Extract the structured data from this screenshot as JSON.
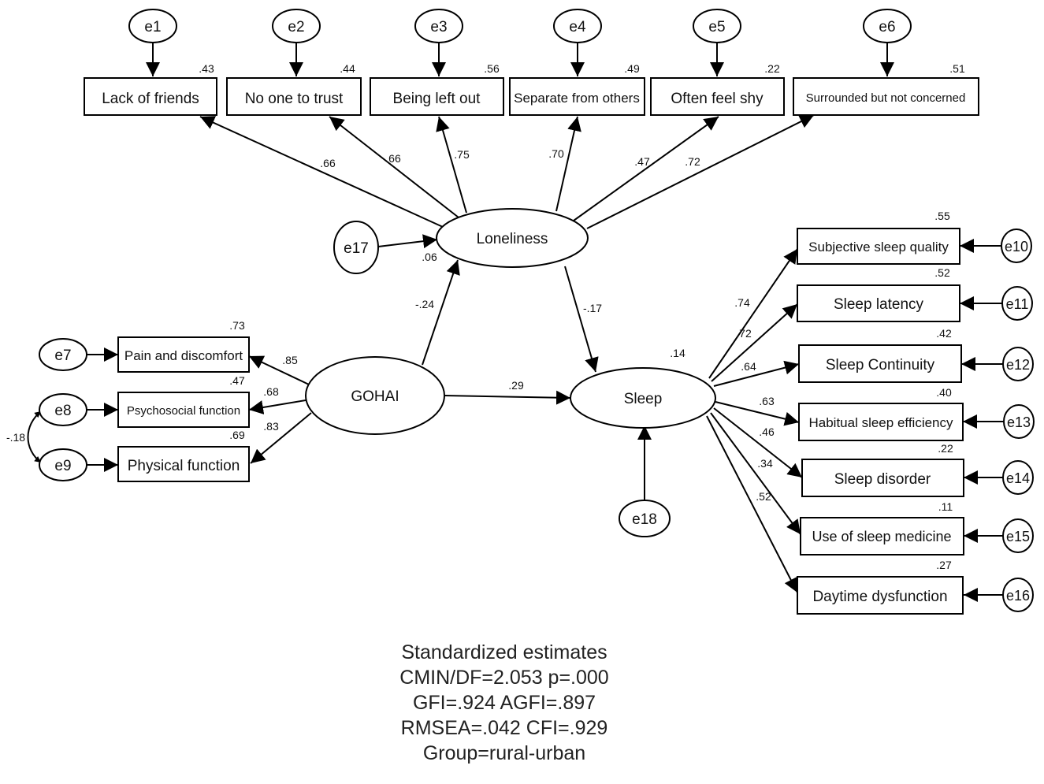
{
  "latents": {
    "loneliness": "Loneliness",
    "gohai": "GOHAI",
    "sleep": "Sleep"
  },
  "loneliness_indicators": [
    {
      "label": "Lack of friends",
      "error": "e1",
      "r2": ".43",
      "loading": ".66"
    },
    {
      "label": "No one to trust",
      "error": "e2",
      "r2": ".44",
      "loading": ".66"
    },
    {
      "label": "Being left out",
      "error": "e3",
      "r2": ".56",
      "loading": ".75"
    },
    {
      "label": "Separate from others",
      "error": "e4",
      "r2": ".49",
      "loading": ".70"
    },
    {
      "label": "Often feel shy",
      "error": "e5",
      "r2": ".22",
      "loading": ".47"
    },
    {
      "label": "Surrounded but not concerned",
      "error": "e6",
      "r2": ".51",
      "loading": ".72"
    }
  ],
  "gohai_indicators": [
    {
      "label": "Pain and discomfort",
      "error": "e7",
      "r2": ".73",
      "loading": ".85"
    },
    {
      "label": "Psychosocial function",
      "error": "e8",
      "r2": ".47",
      "loading": ".68"
    },
    {
      "label": "Physical function",
      "error": "e9",
      "r2": ".69",
      "loading": ".83"
    }
  ],
  "sleep_indicators": [
    {
      "label": "Subjective sleep quality",
      "error": "e10",
      "r2": ".55",
      "loading": ".74"
    },
    {
      "label": "Sleep latency",
      "error": "e11",
      "r2": ".52",
      "loading": ".72"
    },
    {
      "label": "Sleep Continuity",
      "error": "e12",
      "r2": ".42",
      "loading": ".64"
    },
    {
      "label": "Habitual sleep efficiency",
      "error": "e13",
      "r2": ".40",
      "loading": ".63"
    },
    {
      "label": "Sleep disorder",
      "error": "e14",
      "r2": ".22",
      "loading": ".46"
    },
    {
      "label": "Use of sleep medicine",
      "error": "e15",
      "r2": ".11",
      "loading": ".34"
    },
    {
      "label": "Daytime dysfunction",
      "error": "e16",
      "r2": ".27",
      "loading": ".52"
    }
  ],
  "structural": {
    "gohai_to_loneliness": "-.24",
    "loneliness_to_sleep": "-.17",
    "gohai_to_sleep": ".29",
    "loneliness_r2": ".06",
    "sleep_r2": ".14",
    "e8_e9_covariance": "-.18",
    "loneliness_error": "e17",
    "sleep_error": "e18"
  },
  "fit": {
    "line1": "Standardized estimates",
    "line2": "CMIN/DF=2.053 p=.000",
    "line3": "GFI=.924 AGFI=.897",
    "line4": "RMSEA=.042 CFI=.929",
    "line5": "Group=rural-urban"
  }
}
